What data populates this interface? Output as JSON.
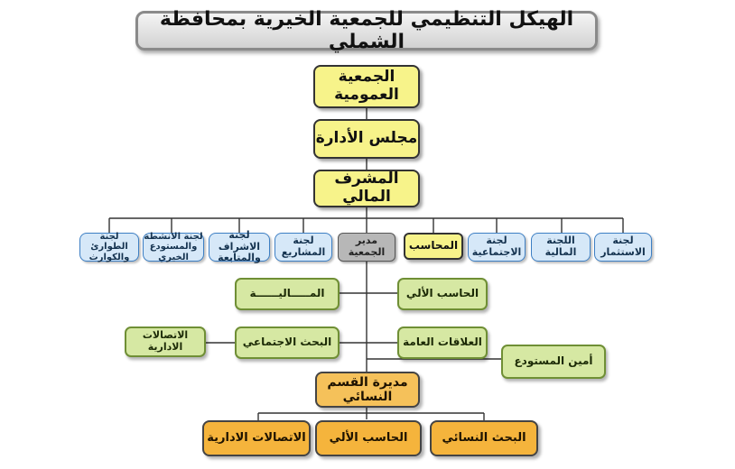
{
  "title": "الهيكل التنظيمي للجمعية الخيرية بمحافظة الشملي",
  "levels": {
    "general_assembly": "الجمعية العمومية",
    "board": "مجلس الأدارة",
    "financial_supervisor": "المشرف المالي"
  },
  "committees": [
    "لجنة الاستثمار",
    "اللجنة المالية",
    "لجنة الاجتماعية",
    "المحاسب",
    "مدير الجمعية",
    "لجنة المشاريع",
    "لجنة الاشراف والمتابعة",
    "لجنة الانشطة والمستودع الخيري",
    "لجنة الطوارئ والكوارث"
  ],
  "departments": {
    "computer": "الحاسب الألي",
    "finance": "المـــــاليــــــة",
    "public_relations": "العلاقات العامة",
    "social_research": "البحث الاجتماعي",
    "admin_comm_left": "الاتصالات الادارية",
    "warehouse_keeper": "أمين المستودع"
  },
  "women_section": {
    "head": "مديرة القسم النسائي",
    "units": [
      "البحث النسائي",
      "الحاسب الألي",
      "الاتصالات الادارية"
    ]
  }
}
